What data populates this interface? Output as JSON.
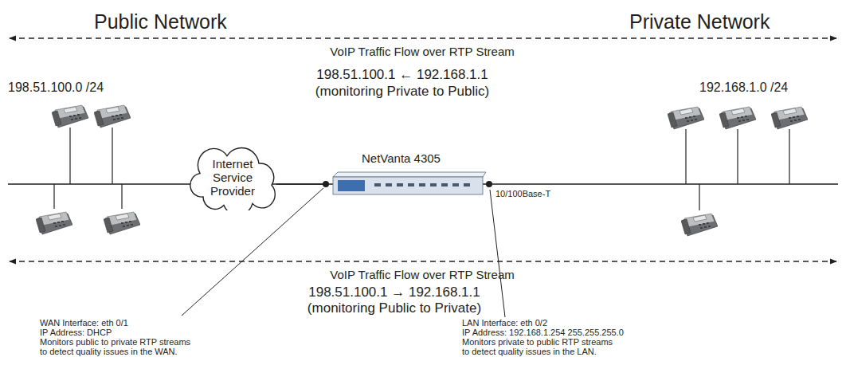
{
  "diagram": {
    "nodes": [
      {
        "text": [
          "Internet Service Provider"
        ]
      },
      {
        "text": [
          "NetVanta 4305"
        ]
      }
    ],
    "edges": [
      {
        "from": 0,
        "to": 1,
        "arrow": "none"
      }
    ],
    "labels": [
      "Public Network",
      "Private Network",
      "VoIP Traffic Flow over RTP Stream",
      "198.51.100.1 ← 192.168.1.1",
      "(monitoring Private to Public)",
      "198.51.100.0 /24",
      "192.168.1.0 /24",
      "10/100Base-T",
      "VoIP Traffic Flow over RTP Stream",
      "198.51.100.1 → 192.168.1.1",
      "(monitoring Public to Private)",
      "WAN Interface: eth 0/1",
      "IP Address: DHCP",
      "Monitors public to private RTP streams to detect quality issues in the WAN.",
      "LAN Interface: eth 0/2",
      "IP Address: 192.168.1.254 255.255.255.0",
      "Monitors private to public RTP streams to detect quality issues in the LAN."
    ]
  }
}
